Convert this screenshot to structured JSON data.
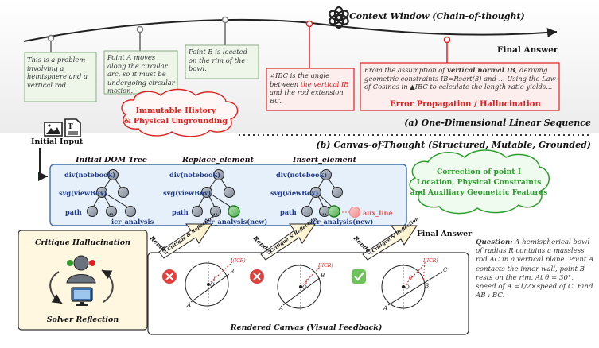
{
  "top": {
    "context_window_label": "Context Window (Chain-of-thought)",
    "final_answer_top": "Final Answer",
    "notes": [
      "This is a problem involving a hemisphere and a vertical rod.",
      "Point A moves along the circular arc, so it must be undergoing circular motion.",
      "Point B is located on the rim of the bowl."
    ],
    "note4_parts": [
      "∠IBC is the angle between ",
      "the vertical IB",
      " and the rod extension BC."
    ],
    "note5_parts": [
      "From the assumption of ",
      "vertical normal IB",
      ", deriving geometric constraints IB=Rsqrt(3) and ... Using the Law of Cosines in ▲IBC to calculate the length ratio yields..."
    ],
    "error_label": "Error Propagation / Hallucination",
    "cloud_text_1": "Immutable History",
    "cloud_text_2": "& Physical Ungrounding",
    "section_a": "(a) One-Dimensional Linear Sequence"
  },
  "bottom": {
    "section_b": "(b) Canvas-of-Thought (Structured, Mutable, Grounded)",
    "initial_input": "Initial Input",
    "trees": [
      {
        "title": "Initial DOM Tree"
      },
      {
        "title": "Replace_element"
      },
      {
        "title": "Insert_element"
      }
    ],
    "labels": {
      "div": "div(notebook)",
      "svg": "svg(viewBox)",
      "path": "path",
      "dots": "...",
      "icr": "icr_analysis",
      "icr_new": "icr_analysis(new)",
      "aux": "aux_line"
    },
    "green_cloud": [
      "Correction of point I",
      "Location, Physical Constraints",
      "and Auxiliary Geometric Features"
    ],
    "render": "Render",
    "critique_arrow": "Critique & Reflection",
    "final_answer_bottom": "Final Answer",
    "critique_hallucination": "Critique Hallucination",
    "solver_reflection": "Solver Reflection",
    "rendered_canvas": "Rendered Canvas (Visual Feedback)",
    "geo": {
      "A": "A",
      "B": "B",
      "C": "C",
      "O": "O",
      "I": "I",
      "IC": "I(ICR)",
      "theta": "θ"
    },
    "question_label": "Question:",
    "question_text": " A hemispherical bowl of radius R contains a massless rod AC in a vertical plane. Point A contacts the inner wall, point B rests on the rim. At θ = 30°, speed of A =1/2×speed of C. Find AB : BC."
  },
  "colors": {
    "red": "#e02020",
    "blue_text": "#1f3a8a",
    "green": "#2e9d2e",
    "panel_blue": "#e6f0fa",
    "node_gray": "#8b96a5"
  }
}
